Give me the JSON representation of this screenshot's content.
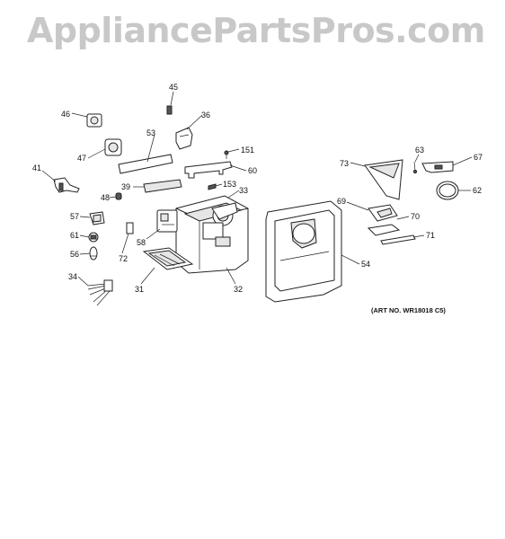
{
  "watermark": "AppliancePartsPros.com",
  "art_number": "(ART NO. WR18018 C5)",
  "callouts": [
    "45",
    "46",
    "36",
    "53",
    "151",
    "47",
    "60",
    "41",
    "39",
    "153",
    "33",
    "48",
    "57",
    "58",
    "61",
    "72",
    "56",
    "31",
    "32",
    "34",
    "73",
    "63",
    "67",
    "62",
    "69",
    "70",
    "71",
    "54"
  ]
}
